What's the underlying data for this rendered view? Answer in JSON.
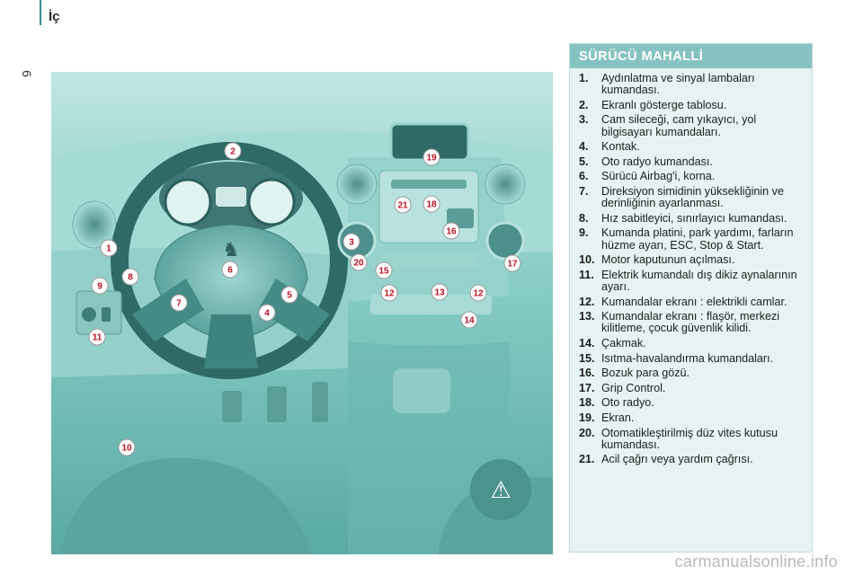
{
  "header": {
    "section": "İç",
    "page_number": "6"
  },
  "panel": {
    "title": "SÜRÜCÜ MAHALLİ",
    "items": [
      {
        "num": "1.",
        "text": "Aydınlatma ve sinyal lambaları kumandası."
      },
      {
        "num": "2.",
        "text": "Ekranlı gösterge tablosu."
      },
      {
        "num": "3.",
        "text": "Cam sileceği, cam yıkayıcı, yol bilgisayarı kumandaları."
      },
      {
        "num": "4.",
        "text": "Kontak."
      },
      {
        "num": "5.",
        "text": "Oto radyo kumandası."
      },
      {
        "num": "6.",
        "text": "Sürücü Airbag'i, korna."
      },
      {
        "num": "7.",
        "text": "Direksiyon simidinin yüksekliğinin ve derinliğinin ayarlanması."
      },
      {
        "num": "8.",
        "text": "Hız sabitleyici, sınırlayıcı kumandası."
      },
      {
        "num": "9.",
        "text": "Kumanda platini, park yardımı, farların hüzme ayarı, ESC, Stop & Start."
      },
      {
        "num": "10.",
        "text": "Motor kaputunun açılması."
      },
      {
        "num": "11.",
        "text": "Elektrik kumandalı dış dikiz aynalarının ayarı."
      },
      {
        "num": "12.",
        "text": "Kumandalar ekranı : elektrikli camlar."
      },
      {
        "num": "13.",
        "text": "Kumandalar ekranı : flaşör, merkezi kilitleme, çocuk güvenlik kilidi."
      },
      {
        "num": "14.",
        "text": "Çakmak."
      },
      {
        "num": "15.",
        "text": "Isıtma-havalandırma kumandaları."
      },
      {
        "num": "16.",
        "text": "Bozuk para gözü."
      },
      {
        "num": "17.",
        "text": "Grip Control."
      },
      {
        "num": "18.",
        "text": "Oto radyo."
      },
      {
        "num": "19.",
        "text": "Ekran."
      },
      {
        "num": "20.",
        "text": "Otomatikleştirilmiş düz vites kutusu kumandası."
      },
      {
        "num": "21.",
        "text": "Acil çağrı veya yardım çağrısı."
      }
    ]
  },
  "figure": {
    "callouts": [
      "1",
      "2",
      "3",
      "4",
      "5",
      "6",
      "7",
      "8",
      "9",
      "10",
      "11",
      "12",
      "12",
      "13",
      "14",
      "15",
      "16",
      "17",
      "18",
      "19",
      "20",
      "21"
    ]
  },
  "footer": {
    "watermark": "carmanualsonline.info"
  },
  "colors": {
    "teal_bg": "#7fc9c2",
    "panel_bg": "#e6f3f2",
    "panel_head": "#86c3c0",
    "callout_text": "#c01020"
  }
}
